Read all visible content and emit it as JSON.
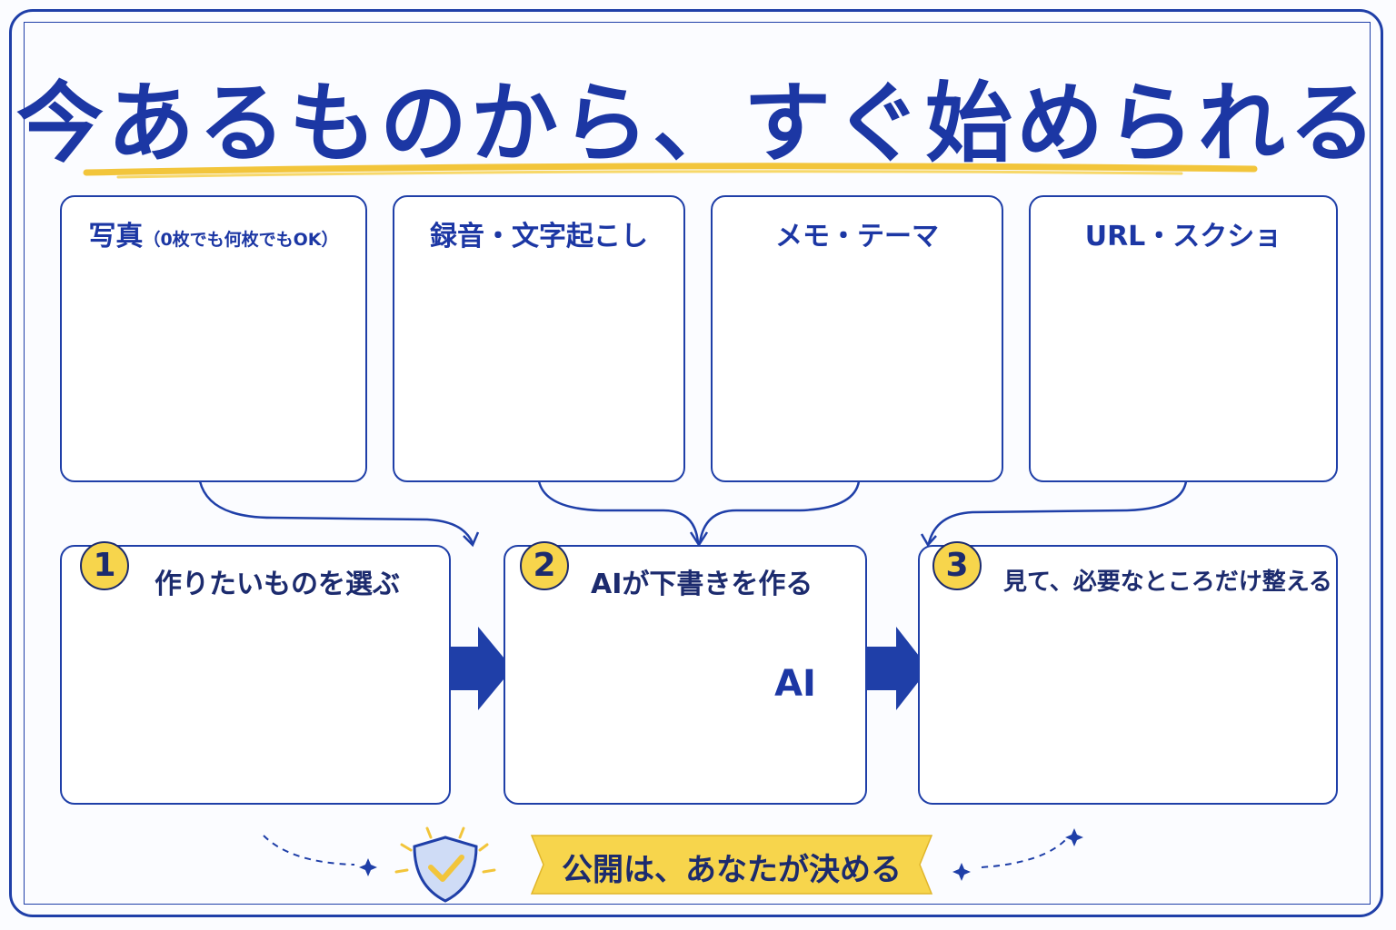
{
  "title": "今あるものから、すぐ始められる",
  "inputs": [
    {
      "label": "写真",
      "note": "（0枚でも何枚でもOK）"
    },
    {
      "label": "録音・文字起こし"
    },
    {
      "label": "メモ・テーマ"
    },
    {
      "label": "URL・スクショ"
    }
  ],
  "steps": [
    {
      "number": "1",
      "label": "作りたいものを選ぶ"
    },
    {
      "number": "2",
      "label": "AIが下書きを作る"
    },
    {
      "number": "3",
      "label": "見て、必要なところだけ整える"
    }
  ],
  "ai_badge": "AI",
  "footer": "公開は、あなたが決める",
  "colors": {
    "navy": "#1c37a4",
    "yellow": "#f7d54c",
    "light_blue": "#a9c2ee"
  }
}
